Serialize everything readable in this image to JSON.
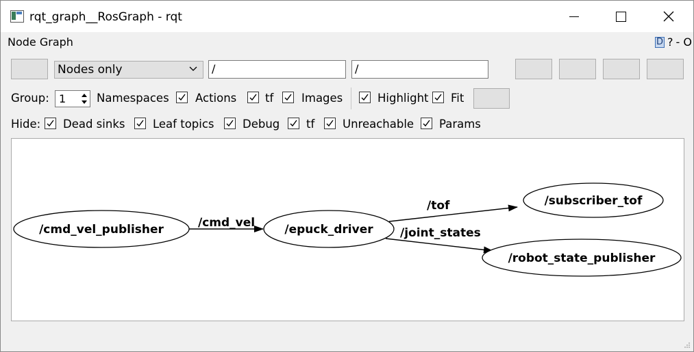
{
  "window": {
    "title": "rqt_graph__RosGraph - rqt"
  },
  "plugin": {
    "title": "Node Graph",
    "dock_help": "?",
    "dock_close": "- O"
  },
  "toolbar": {
    "mode_select": "Nodes only",
    "node_filter_value": "/",
    "topic_filter_value": "/"
  },
  "options_row": {
    "group_label": "Group:",
    "group_value": "1",
    "namespaces_label": "Namespaces",
    "namespaces_checked": true,
    "actions_label": "Actions",
    "actions_checked": true,
    "tf_label": "tf",
    "tf_checked": true,
    "images_label": "Images",
    "images_checked": true,
    "highlight_label": "Highlight",
    "highlight_checked": true,
    "fit_label": "Fit",
    "fit_checked": true
  },
  "hide_row": {
    "hide_label": "Hide:",
    "dead_sinks_label": "Dead sinks",
    "leaf_topics_label": "Leaf topics",
    "debug_label": "Debug",
    "tf_label": "tf",
    "unreachable_label": "Unreachable",
    "params_label": "Params"
  },
  "graph": {
    "nodes": [
      {
        "id": "cmd_vel_publisher",
        "label": "/cmd_vel_publisher"
      },
      {
        "id": "epuck_driver",
        "label": "/epuck_driver"
      },
      {
        "id": "subscriber_tof",
        "label": "/subscriber_tof"
      },
      {
        "id": "robot_state_publisher",
        "label": "/robot_state_publisher"
      }
    ],
    "edges": [
      {
        "from": "cmd_vel_publisher",
        "to": "epuck_driver",
        "label": "/cmd_vel"
      },
      {
        "from": "epuck_driver",
        "to": "subscriber_tof",
        "label": "/tof"
      },
      {
        "from": "epuck_driver",
        "to": "robot_state_publisher",
        "label": "/joint_states"
      }
    ]
  }
}
